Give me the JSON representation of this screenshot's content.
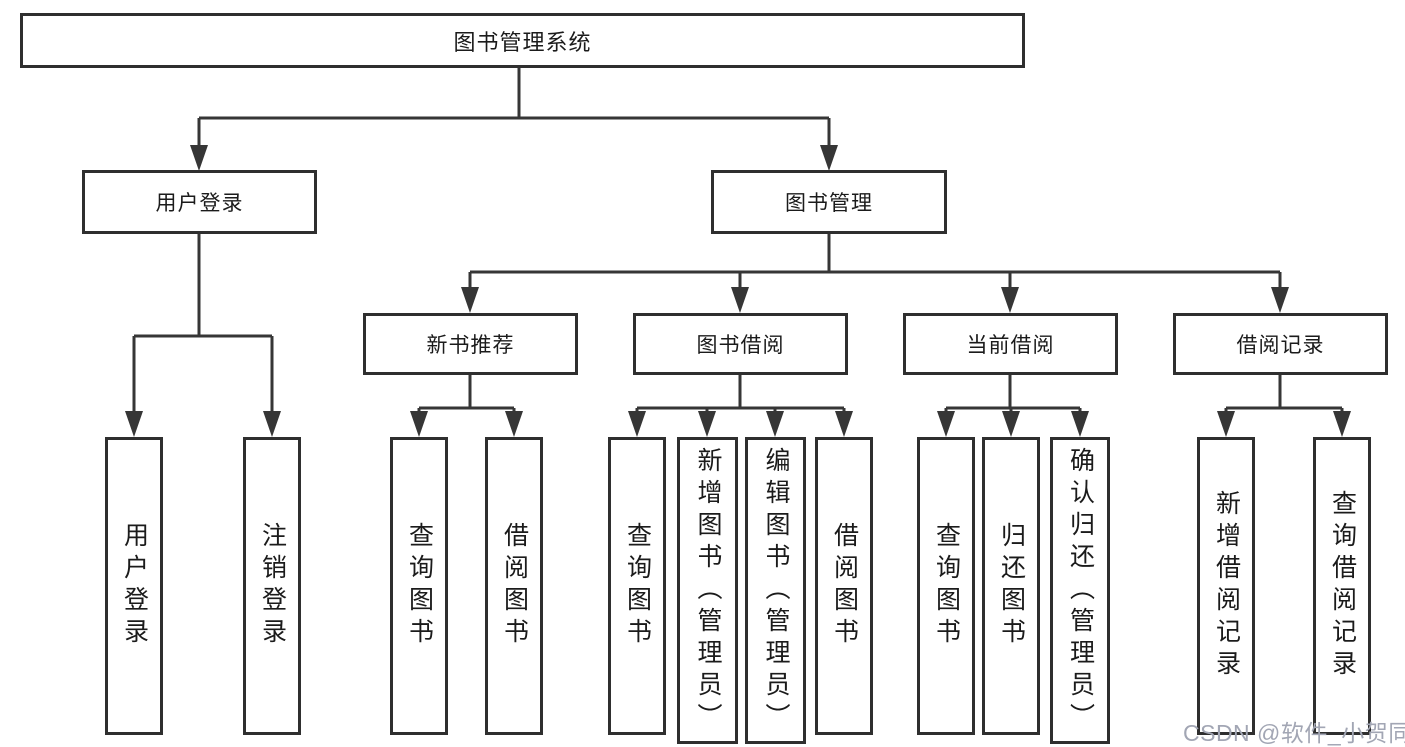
{
  "diagram": {
    "type": "hierarchy-tree",
    "title": "图书管理系统",
    "colors": {
      "line": "#363636",
      "box_border": "#2f2f2f",
      "box_fill": "#ffffff",
      "text": "#1b1b1b",
      "watermark": "#a2a6b4"
    },
    "nodes": {
      "root": {
        "label": "图书管理系统"
      },
      "user_login": {
        "label": "用户登录"
      },
      "book_mgmt": {
        "label": "图书管理"
      },
      "new_books": {
        "label": "新书推荐"
      },
      "book_borrow": {
        "label": "图书借阅"
      },
      "current_borrow": {
        "label": "当前借阅"
      },
      "borrow_records": {
        "label": "借阅记录"
      },
      "v_user_login": {
        "label": "用户登录"
      },
      "v_logout": {
        "label": "注销登录"
      },
      "v_query_books_1": {
        "label": "查询图书"
      },
      "v_borrow_books_1": {
        "label": "借阅图书"
      },
      "v_query_books_2": {
        "label": "查询图书"
      },
      "v_add_books": {
        "label": "新增图书（管理员）"
      },
      "v_edit_books": {
        "label": "编辑图书（管理员）"
      },
      "v_borrow_books_2": {
        "label": "借阅图书"
      },
      "v_query_books_3": {
        "label": "查询图书"
      },
      "v_return_books": {
        "label": "归还图书"
      },
      "v_confirm_return": {
        "label": "确认归还（管理员）"
      },
      "v_add_record": {
        "label": "新增借阅记录"
      },
      "v_query_record": {
        "label": "查询借阅记录"
      }
    },
    "edges": [
      [
        "root",
        "user_login"
      ],
      [
        "root",
        "book_mgmt"
      ],
      [
        "user_login",
        "v_user_login"
      ],
      [
        "user_login",
        "v_logout"
      ],
      [
        "book_mgmt",
        "new_books"
      ],
      [
        "book_mgmt",
        "book_borrow"
      ],
      [
        "book_mgmt",
        "current_borrow"
      ],
      [
        "book_mgmt",
        "borrow_records"
      ],
      [
        "new_books",
        "v_query_books_1"
      ],
      [
        "new_books",
        "v_borrow_books_1"
      ],
      [
        "book_borrow",
        "v_query_books_2"
      ],
      [
        "book_borrow",
        "v_add_books"
      ],
      [
        "book_borrow",
        "v_edit_books"
      ],
      [
        "book_borrow",
        "v_borrow_books_2"
      ],
      [
        "current_borrow",
        "v_query_books_3"
      ],
      [
        "current_borrow",
        "v_return_books"
      ],
      [
        "current_borrow",
        "v_confirm_return"
      ],
      [
        "borrow_records",
        "v_add_record"
      ],
      [
        "borrow_records",
        "v_query_record"
      ]
    ],
    "watermark": "CSDN @软件_小贺同学"
  }
}
